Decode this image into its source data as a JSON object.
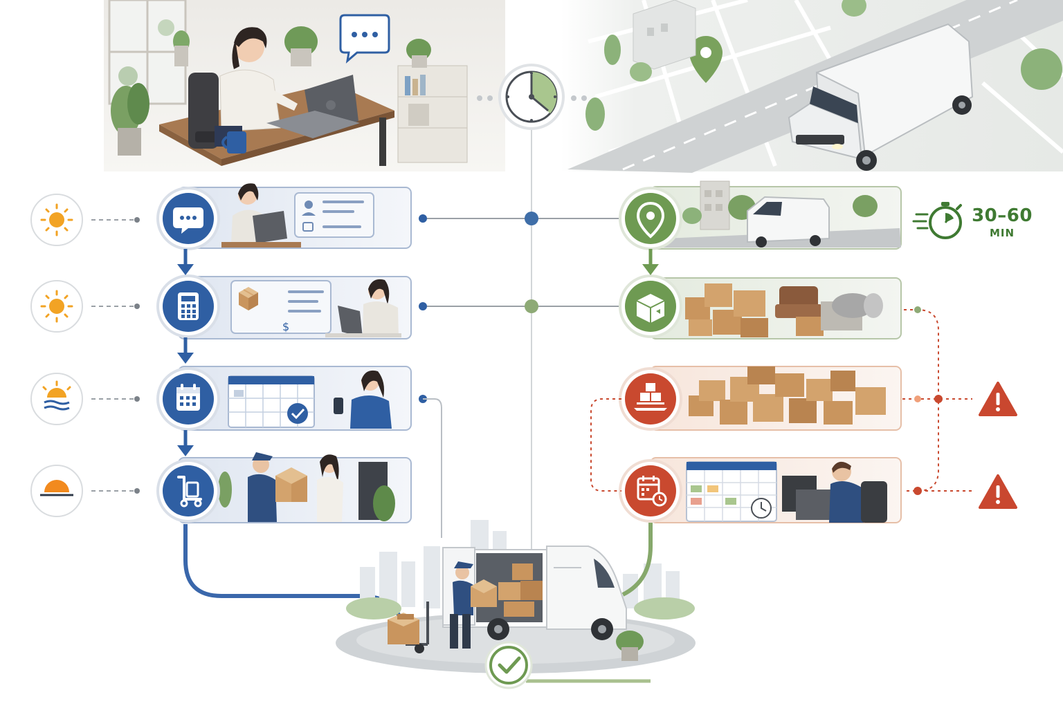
{
  "duration": {
    "value": "30–60",
    "unit": "MIN"
  },
  "colors": {
    "customer_blue": "#2f5fa3",
    "operations_green": "#6e9a52",
    "exception_red": "#c9492f",
    "warning_red": "#c9472f",
    "sun_orange": "#f2a324"
  },
  "customer_steps": [
    {
      "icon": "chat-bubble-icon",
      "time_icon": "sun-icon",
      "scene": "woman-typing-inquiry-on-laptop"
    },
    {
      "icon": "calculator-icon",
      "time_icon": "sun-icon",
      "scene": "woman-reviewing-quote-for-package"
    },
    {
      "icon": "calendar-icon",
      "time_icon": "sunset-over-water-icon",
      "scene": "woman-booking-on-phone"
    },
    {
      "icon": "hand-truck-icon",
      "time_icon": "setting-sun-icon",
      "scene": "mover-handing-box-to-customer"
    }
  ],
  "operations_steps": [
    {
      "icon": "location-pin-icon",
      "scene": "van-arriving-at-building"
    },
    {
      "icon": "box-icon",
      "scene": "boxes-and-furniture-inventory"
    }
  ],
  "exception_steps": [
    {
      "icon": "stacked-boxes-icon",
      "scene": "large-volume-of-boxes",
      "alert": "warning-icon"
    },
    {
      "icon": "calendar-clock-icon",
      "scene": "dispatcher-rescheduling",
      "alert": "warning-icon"
    }
  ],
  "completion_icon": "check-icon"
}
